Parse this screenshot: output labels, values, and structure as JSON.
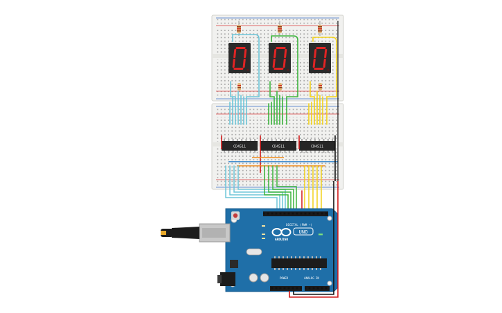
{
  "board": {
    "logo_text": "ARDUINO",
    "model_text": "UNO",
    "digital_header_label": "DIGITAL (PWM ~)",
    "power_label": "POWER",
    "analog_label": "ANALOG IN"
  },
  "displays": [
    {
      "digit": "0",
      "wire_color": "#6ec6d8"
    },
    {
      "digit": "0",
      "wire_color": "#3cb43c"
    },
    {
      "digit": "0",
      "wire_color": "#f2d21a"
    }
  ],
  "decoder_chips": [
    {
      "label": "CD4511"
    },
    {
      "label": "CD4511"
    },
    {
      "label": "CD4511"
    }
  ],
  "colors": {
    "breadboard": "#f1f1ef",
    "rail_red": "#d83a3a",
    "rail_blue": "#3a6fc8",
    "segment_on": "#e02424",
    "display_body": "#2a2a2a",
    "chip_body": "#262626",
    "arduino_pcb": "#1f6fa8",
    "usb_metal": "#c8c8c8",
    "wire_red": "#d01818",
    "wire_black": "#111111",
    "wire_orange": "#f08c1e",
    "wire_blue": "#1f78c8"
  }
}
